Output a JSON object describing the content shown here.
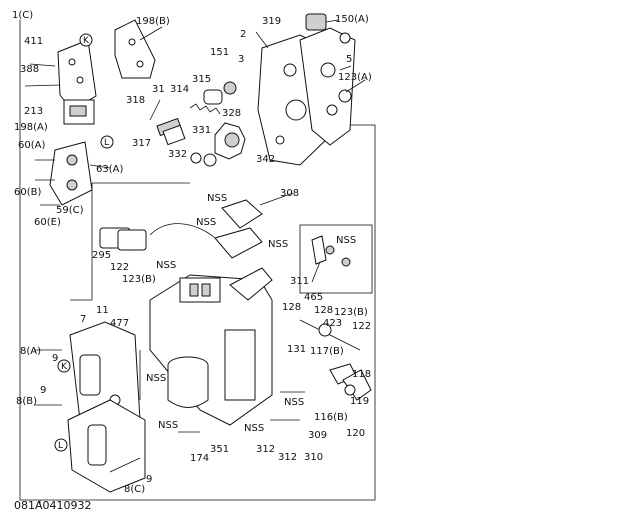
{
  "diagram": {
    "group_label": "1(C)",
    "drawing_number": "081A0410932",
    "callouts": {
      "c411": "411",
      "c388": "388",
      "c213": "213",
      "c198a": "198(A)",
      "c198b": "198(B)",
      "c60a": "60(A)",
      "c60b": "60(B)",
      "c60e": "60(E)",
      "c59c": "59(C)",
      "c63a": "63(A)",
      "c318": "318",
      "c31": "31",
      "c314": "314",
      "c315": "315",
      "c317": "317",
      "c151": "151",
      "c3": "3",
      "c2": "2",
      "c319": "319",
      "c150a": "150(A)",
      "c5": "5",
      "c123a": "123(A)",
      "c328": "328",
      "c331": "331",
      "c332": "332",
      "c342": "342",
      "c308": "308",
      "c295": "295",
      "c122a": "122",
      "c123b": "123(B)",
      "c311": "311",
      "c465": "465",
      "c128a": "128",
      "c128b": "128",
      "c123b2": "123(B)",
      "c423": "423",
      "c122b": "122",
      "c131": "131",
      "c117b": "117(B)",
      "c118": "118",
      "c119": "119",
      "c120": "120",
      "c116b": "116(B)",
      "c309": "309",
      "c312a": "312",
      "c312b": "312",
      "c310": "310",
      "c351": "351",
      "c174": "174",
      "c11": "11",
      "c7": "7",
      "c477": "477",
      "c8a": "8(A)",
      "c9a": "9",
      "c9b": "9",
      "c8b": "8(B)",
      "c8c": "8(C)",
      "c9c": "9",
      "nss1": "NSS",
      "nss2": "NSS",
      "nss3": "NSS",
      "nss4": "NSS",
      "nss5": "NSS",
      "nss6": "NSS",
      "nss7": "NSS",
      "nss8": "NSS",
      "nss9": "NSS"
    },
    "reference_marks": {
      "k1": "K",
      "k2": "K",
      "l1": "L",
      "l2": "L"
    }
  }
}
